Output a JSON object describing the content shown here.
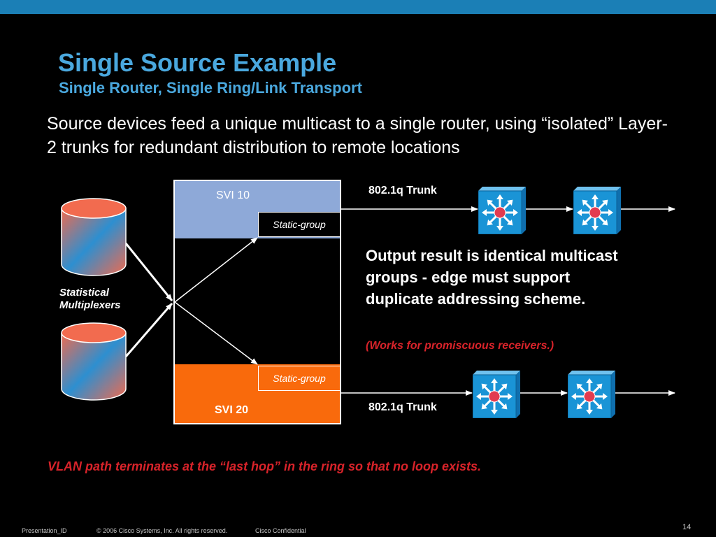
{
  "slide": {
    "title": "Single Source Example",
    "subtitle": "Single Router, Single Ring/Link Transport",
    "intro": "Source devices feed a unique multicast to a single router, using “isolated” Layer-2 trunks for redundant distribution to remote locations",
    "colors": {
      "title": "#4aa8de",
      "accent_red": "#d8232a",
      "svi20_fill": "#f96a0c",
      "svi10_fill": "#8ea9d8"
    }
  },
  "diagram": {
    "svi_top_label": "SVI 10",
    "svi_bottom_label": "SVI  20",
    "static_group_top": "Static-group",
    "static_group_bottom": "Static-group",
    "source_label_line1": "Statistical",
    "source_label_line2": "Multiplexers",
    "trunk_top": "802.1q Trunk",
    "trunk_bottom": "802.1q Trunk",
    "switch_icon": "multilayer-switch-icon",
    "source_icon": "cylinder-database-icon"
  },
  "notes": {
    "output_result": "Output result is identical multicast groups - edge must support duplicate addressing scheme.",
    "works_for": "(Works for promiscuous receivers.)",
    "vlan_path": "VLAN path terminates at the “last hop” in the ring so that no loop exists."
  },
  "footer": {
    "presentation_id": "Presentation_ID",
    "copyright": "© 2006 Cisco Systems, Inc. All rights reserved.",
    "confidential": "Cisco Confidential",
    "page_number": "14"
  }
}
